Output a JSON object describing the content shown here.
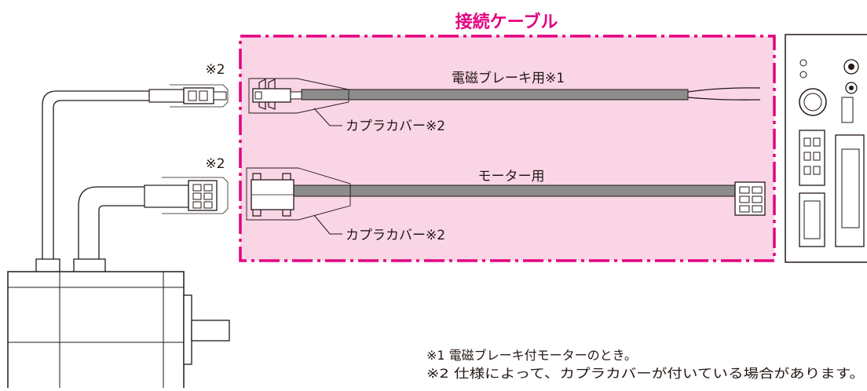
{
  "title": "接続ケーブル",
  "labels": {
    "brake_cable": "電磁ブレーキ用※1",
    "motor_cable": "モーター用",
    "coupler_cover_1": "カプラカバー※2",
    "coupler_cover_2": "カプラカバー※2",
    "ref_top": "※2",
    "ref_mid": "※2"
  },
  "notes": [
    "※1 電磁ブレーキ付モーターのとき。",
    "※2 仕様によって、カプラカバーが付いている場合があります。"
  ],
  "colors": {
    "accent": "#e4007f",
    "highlight_fill": "#f9d5e6",
    "cable_gray": "#8c8c8c",
    "line": "#231815"
  }
}
